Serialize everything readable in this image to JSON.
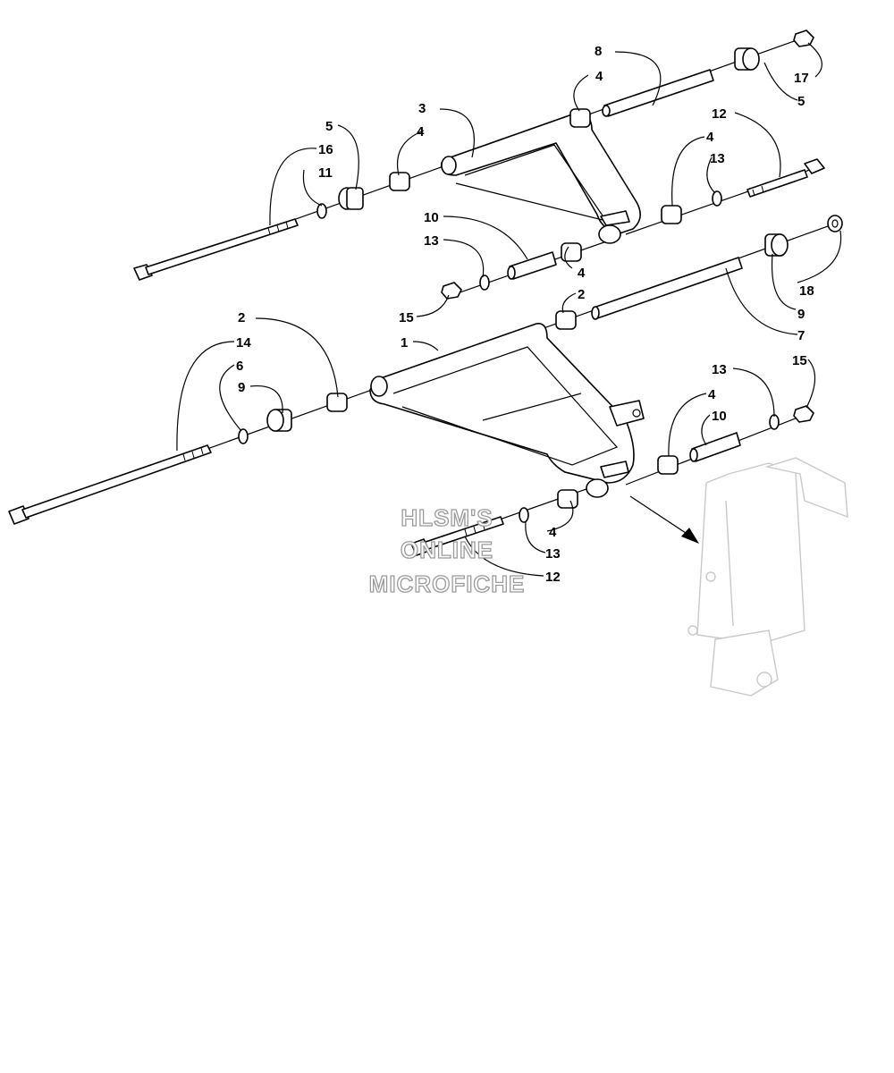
{
  "labels": {
    "l1": "1",
    "l2a": "2",
    "l2b": "2",
    "l3": "3",
    "l4a": "4",
    "l4b": "4",
    "l4c": "4",
    "l4d": "4",
    "l4e": "4",
    "l4f": "4",
    "l5a": "5",
    "l5b": "5",
    "l6": "6",
    "l7": "7",
    "l8": "8",
    "l9a": "9",
    "l9b": "9",
    "l10a": "10",
    "l10b": "10",
    "l11": "11",
    "l12a": "12",
    "l12b": "12",
    "l13a": "13",
    "l13b": "13",
    "l13c": "13",
    "l13d": "13",
    "l14": "14",
    "l15a": "15",
    "l15b": "15",
    "l16": "16",
    "l17": "17",
    "l18": "18"
  },
  "watermark": {
    "line1": "HLSM'S",
    "line2": "ONLINE",
    "line3": "MICROFICHE"
  }
}
